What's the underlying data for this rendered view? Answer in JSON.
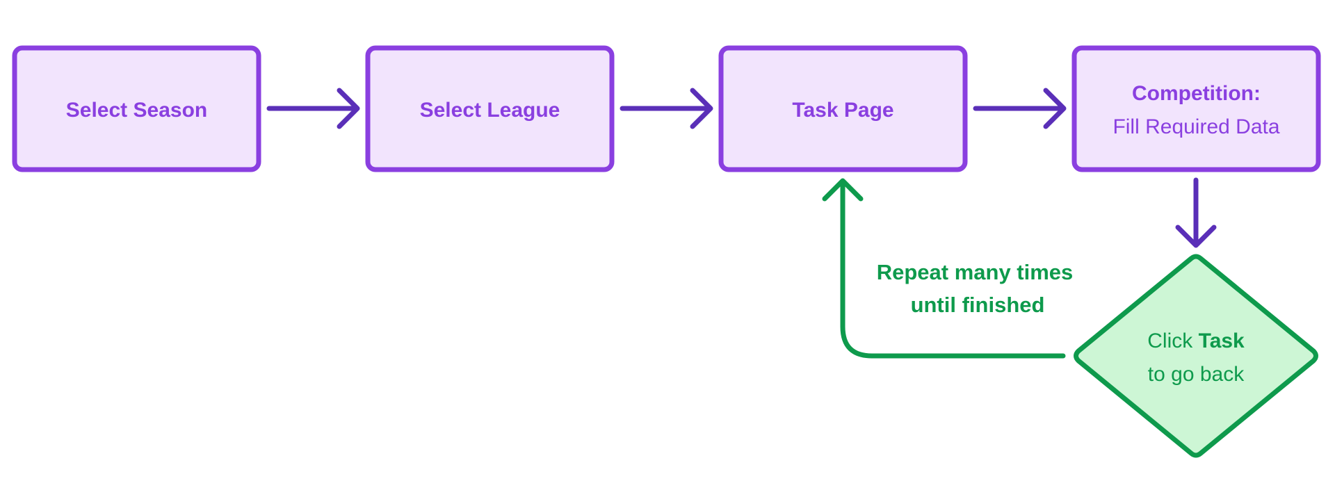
{
  "colors": {
    "purple_stroke": "#8a3fe0",
    "purple_fill": "#f2e4fd",
    "purple_text": "#8a3fe0",
    "arrow_purple": "#5a2fb8",
    "green_stroke": "#0e9a4c",
    "green_fill": "#cdf6d5",
    "green_text": "#0e9a4c"
  },
  "steps": {
    "select_season": "Select Season",
    "select_league": "Select League",
    "task_page": "Task Page",
    "competition_title": "Competition:",
    "competition_subtitle": "Fill Required Data"
  },
  "decision": {
    "line1_prefix": "Click ",
    "line1_bold": "Task",
    "line2": "to go back"
  },
  "loop_label": {
    "line1": "Repeat many times",
    "line2": "until finished"
  }
}
